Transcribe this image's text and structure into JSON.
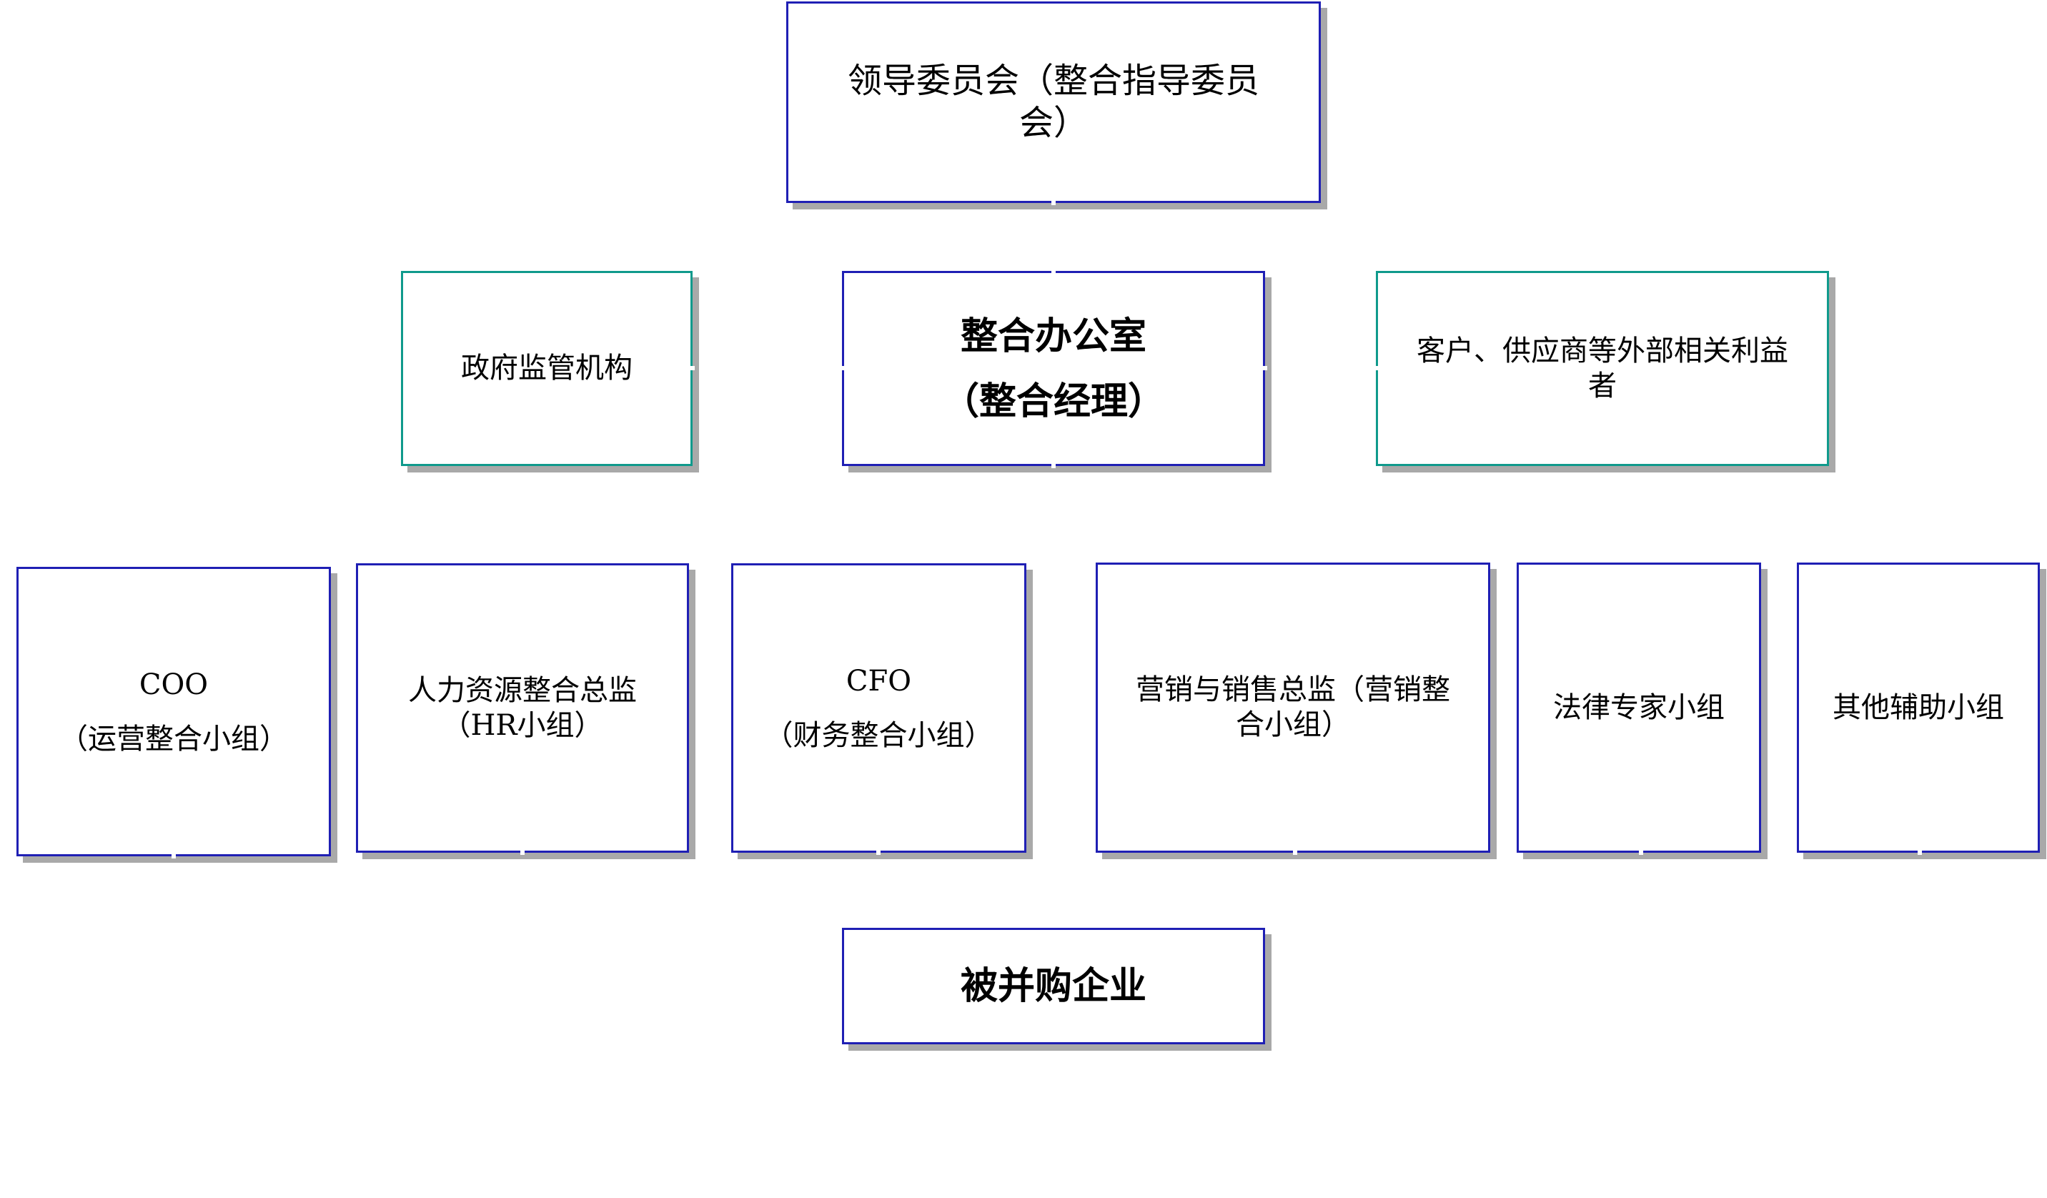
{
  "leadership": {
    "lines": [
      "领导委员会（整合指导委员",
      "会）"
    ]
  },
  "middle_row": {
    "government": {
      "label": "政府监管机构"
    },
    "office": {
      "title": "整合办公室",
      "subtitle": "（整合经理）"
    },
    "stakeholders": {
      "lines": [
        "客户、供应商等外部相关利益",
        "者"
      ]
    }
  },
  "teams": {
    "coo": {
      "title": "COO",
      "subtitle": "（运营整合小组）"
    },
    "hr": {
      "lines": [
        "人力资源整合总监",
        "（HR小组）"
      ]
    },
    "cfo": {
      "title": "CFO",
      "subtitle": "（财务整合小组）"
    },
    "marketing": {
      "lines": [
        "营销与销售总监（营销整",
        "合小组）"
      ]
    },
    "legal": {
      "label": "法律专家小组"
    },
    "other": {
      "label": "其他辅助小组"
    }
  },
  "acquired": {
    "label": "被并购企业"
  },
  "colors": {
    "box_border_blue": "#1f1fb4",
    "box_border_teal": "#0f9a8c",
    "shadow": "#a9a9a9",
    "background": "#ffffff"
  }
}
